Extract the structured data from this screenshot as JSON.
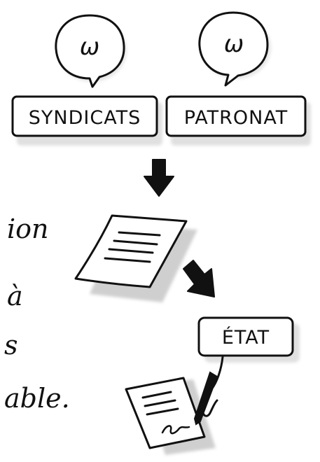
{
  "actors": {
    "syndicats": {
      "label": "SYNDICATS",
      "speech_glyph": "ω"
    },
    "patronat": {
      "label": "PATRONAT",
      "speech_glyph": "ω"
    }
  },
  "state": {
    "label": "ÉTAT"
  },
  "side_text": {
    "line1": "ion",
    "line2": "à",
    "line3": "s",
    "line4": "able."
  },
  "icons": [
    "speech-bubble-icon",
    "down-arrow-icon",
    "document-icon",
    "diagonal-arrow-icon",
    "signed-document-icon",
    "pen-icon",
    "hand-icon"
  ],
  "colors": {
    "ink": "#111111",
    "shadow": "#d9d9d9",
    "paper": "#ffffff"
  }
}
